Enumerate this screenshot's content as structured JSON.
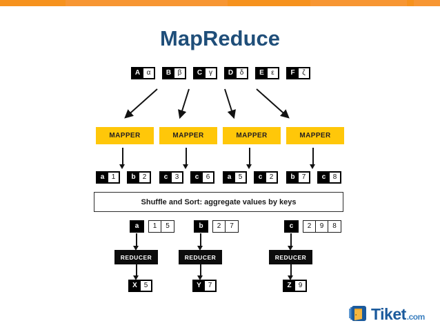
{
  "slide": {
    "title": "MapReduce",
    "title_color": "#1F4E79",
    "background": "#FFFFFF",
    "top_bar_color": "#F6921E"
  },
  "colors": {
    "mapper_fill": "#FFC709",
    "reducer_fill": "#0C0C0C",
    "chip_key_fill": "#000000",
    "chip_value_fill": "#FFFFFF",
    "arrow": "#121212",
    "accent_orange": "#F6921E",
    "logo_blue": "#1B5A9C"
  },
  "input_row": {
    "name": "input-split-row",
    "items": [
      {
        "key": "A",
        "value": "α"
      },
      {
        "key": "B",
        "value": "β"
      },
      {
        "key": "C",
        "value": "γ"
      },
      {
        "key": "D",
        "value": "δ"
      },
      {
        "key": "E",
        "value": "ε"
      },
      {
        "key": "F",
        "value": "ζ"
      }
    ]
  },
  "mappers": [
    {
      "label": "MAPPER"
    },
    {
      "label": "MAPPER"
    },
    {
      "label": "MAPPER"
    },
    {
      "label": "MAPPER"
    }
  ],
  "mapper_output": {
    "name": "intermediate-key-value-row",
    "items": [
      {
        "key": "a",
        "value": "1"
      },
      {
        "key": "b",
        "value": "2"
      },
      {
        "key": "c",
        "value": "3"
      },
      {
        "key": "c",
        "value": "6"
      },
      {
        "key": "a",
        "value": "5"
      },
      {
        "key": "c",
        "value": "2"
      },
      {
        "key": "b",
        "value": "7"
      },
      {
        "key": "c",
        "value": "8"
      }
    ]
  },
  "shuffle": {
    "label": "Shuffle and Sort: aggregate values by keys"
  },
  "aggregated": [
    {
      "key": "a",
      "values": [
        "1",
        "5"
      ]
    },
    {
      "key": "b",
      "values": [
        "2",
        "7"
      ]
    },
    {
      "key": "c",
      "values": [
        "2",
        "9",
        "8"
      ]
    }
  ],
  "reducers": [
    {
      "label": "REDUCER"
    },
    {
      "label": "REDUCER"
    },
    {
      "label": "REDUCER"
    }
  ],
  "final_output": [
    {
      "key": "X",
      "value": "5"
    },
    {
      "key": "Y",
      "value": "7"
    },
    {
      "key": "Z",
      "value": "9"
    }
  ],
  "logo": {
    "name": "tiket-com-logo",
    "brand": "Tiket",
    "suffix": ".com"
  }
}
